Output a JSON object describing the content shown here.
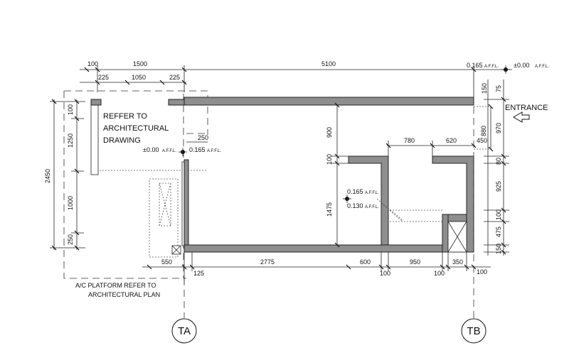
{
  "dimensions": {
    "top_row1": [
      "100",
      "1500",
      "5100"
    ],
    "top_row2": [
      "225",
      "1050",
      "225"
    ],
    "top_right": [
      "150",
      "75"
    ],
    "right": [
      "880",
      "970",
      "80",
      "925",
      "100",
      "475",
      "150"
    ],
    "left_outer": "2450",
    "left_inner": [
      "100",
      "1250",
      "1000",
      "250"
    ],
    "bottom": [
      "550",
      "125",
      "2775",
      "600",
      "100",
      "950",
      "100",
      "350",
      "100"
    ],
    "interior": [
      "250",
      "900",
      "100",
      "1475",
      "780",
      "620",
      "450"
    ]
  },
  "levels": {
    "top_right_a": "0.165",
    "top_right_b": "±0.00",
    "left": "±0.00",
    "left_b": "0.165",
    "mid_a": "0.165",
    "mid_b": "0.130",
    "suffix": "A.F.F.L."
  },
  "notes": {
    "refer_drawing": [
      "REFFER TO",
      "ARCHITECTURAL",
      "DRAWING"
    ],
    "ac_platform": [
      "A/C PLATFORM REFER TO",
      "ARCHITECTURAL PLAN"
    ],
    "entrance": "ENTRANCE"
  },
  "grids": {
    "left": "TA",
    "right": "TB"
  }
}
